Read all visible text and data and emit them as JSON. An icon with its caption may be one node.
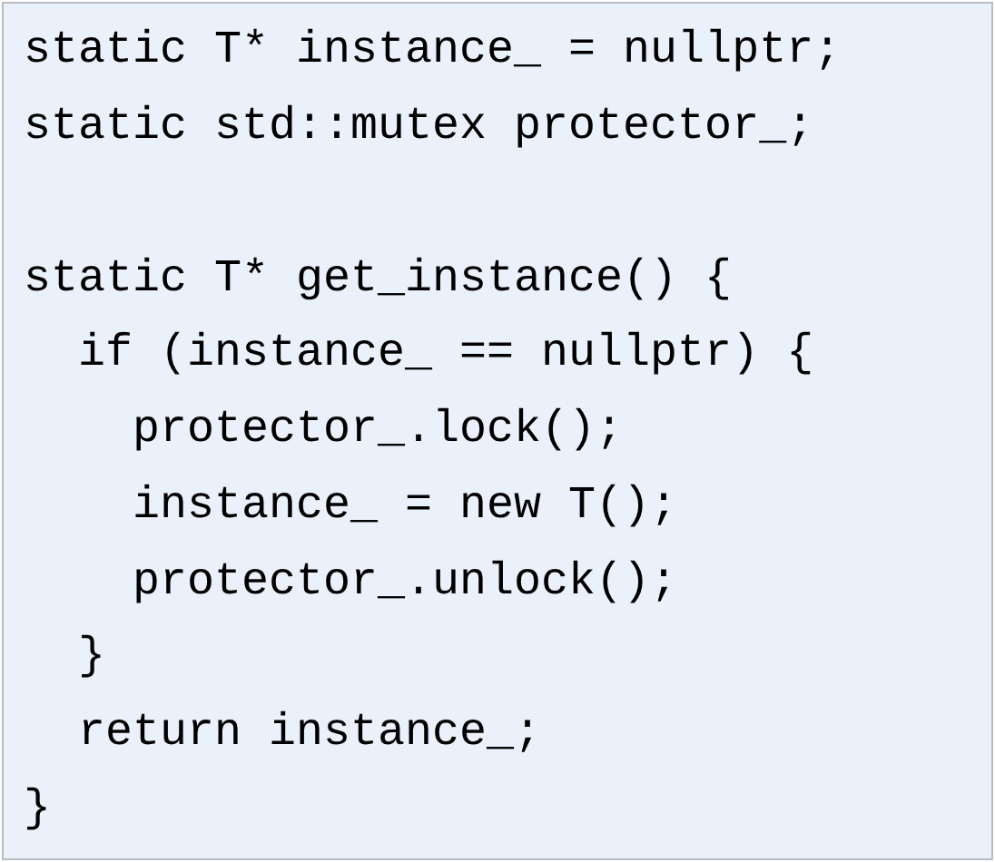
{
  "diagram": {
    "labels": [
      "static T* instance_ = nullptr;",
      "static std::mutex protector_;",
      "static T* get_instance() {",
      "if (instance_ == nullptr) {",
      "protector_.lock();",
      "instance_ = new T();",
      "protector_.unlock();",
      "}",
      "return instance_;",
      "}"
    ]
  }
}
